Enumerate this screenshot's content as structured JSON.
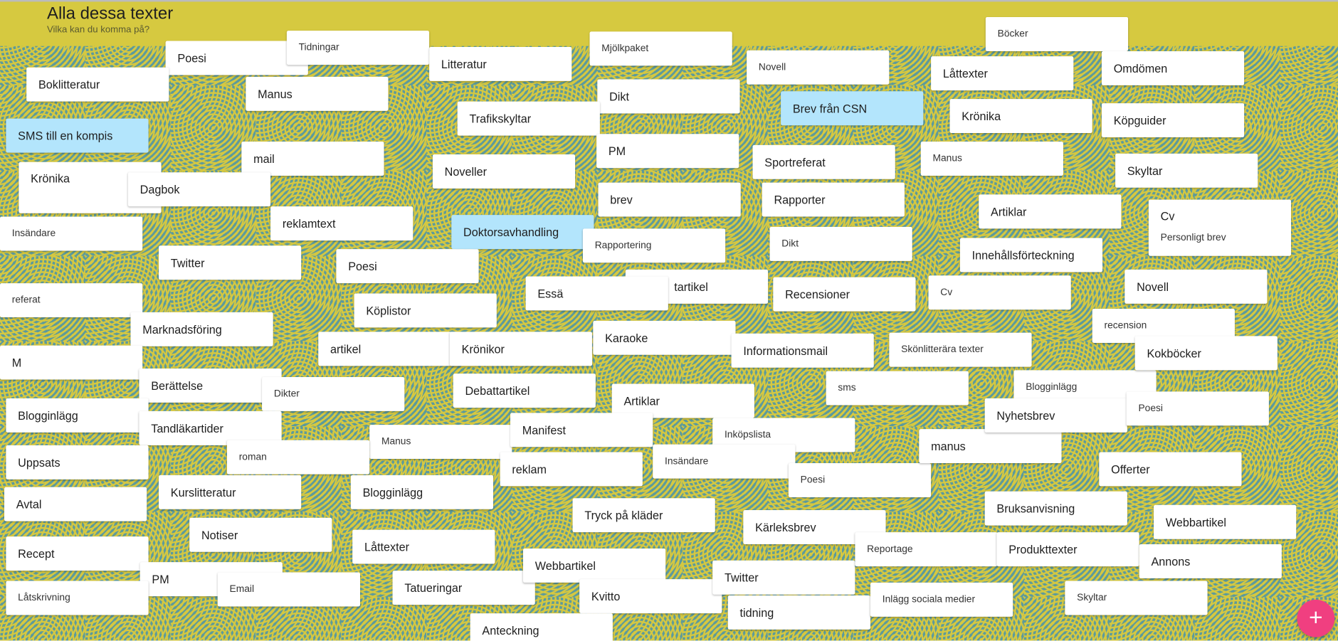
{
  "header": {
    "title": "Alla dessa texter",
    "subtitle": "Vilka kan du komma på?"
  },
  "colors": {
    "header": "#d6c940",
    "note": "#ffffff",
    "note_highlight": "#b3e5fc",
    "fab": "#f03f80"
  },
  "fab": {
    "icon": "plus-icon",
    "label": "+"
  },
  "notes": [
    {
      "text": "Poesi",
      "size": "big",
      "color": "white"
    },
    {
      "text": "Tidningar",
      "size": "small",
      "color": "white"
    },
    {
      "text": "Boklitteratur",
      "size": "big",
      "color": "white"
    },
    {
      "text": "Manus",
      "size": "big",
      "color": "white"
    },
    {
      "text": "Litteratur",
      "size": "big",
      "color": "white"
    },
    {
      "text": "Mjölkpaket",
      "size": "small",
      "color": "white"
    },
    {
      "text": "Dikt",
      "size": "big",
      "color": "white"
    },
    {
      "text": "Trafikskyltar",
      "size": "big",
      "color": "white"
    },
    {
      "text": "SMS till en kompis",
      "size": "big",
      "color": "blue"
    },
    {
      "text": "mail",
      "size": "big",
      "color": "white"
    },
    {
      "text": "Krönika",
      "size": "big",
      "color": "white"
    },
    {
      "text": "Dagbok",
      "size": "big",
      "color": "white"
    },
    {
      "text": "Insändare",
      "size": "small",
      "color": "white"
    },
    {
      "text": "reklamtext",
      "size": "big",
      "color": "white"
    },
    {
      "text": "Noveller",
      "size": "big",
      "color": "white"
    },
    {
      "text": "PM",
      "size": "big",
      "color": "white"
    },
    {
      "text": "brev",
      "size": "big",
      "color": "white"
    },
    {
      "text": "Doktorsavhandling",
      "size": "big",
      "color": "blue"
    },
    {
      "text": "Rapportering",
      "size": "small",
      "color": "white"
    },
    {
      "text": "Twitter",
      "size": "big",
      "color": "white"
    },
    {
      "text": "Poesi",
      "size": "big",
      "color": "white"
    },
    {
      "text": "referat",
      "size": "small",
      "color": "white"
    },
    {
      "text": "tartikel",
      "size": "big",
      "color": "white"
    },
    {
      "text": "Essä",
      "size": "big",
      "color": "white"
    },
    {
      "text": "Köplistor",
      "size": "big",
      "color": "white"
    },
    {
      "text": "Marknadsföring",
      "size": "big",
      "color": "white"
    },
    {
      "text": "artikel",
      "size": "big",
      "color": "white"
    },
    {
      "text": "Krönikor",
      "size": "big",
      "color": "white"
    },
    {
      "text": "Karaoke",
      "size": "big",
      "color": "white"
    },
    {
      "text": "Informationsmail",
      "size": "big",
      "color": "white"
    },
    {
      "text": "M",
      "size": "big",
      "color": "white"
    },
    {
      "text": "Berättelse",
      "size": "big",
      "color": "white"
    },
    {
      "text": "Dikter",
      "size": "small",
      "color": "white"
    },
    {
      "text": "Debattartikel",
      "size": "big",
      "color": "white"
    },
    {
      "text": "Artiklar",
      "size": "big",
      "color": "white"
    },
    {
      "text": "Blogginlägg",
      "size": "big",
      "color": "white"
    },
    {
      "text": "Tandläkartider",
      "size": "big",
      "color": "white"
    },
    {
      "text": "Manus",
      "size": "small",
      "color": "white"
    },
    {
      "text": "Manifest",
      "size": "big",
      "color": "white"
    },
    {
      "text": "Uppsats",
      "size": "big",
      "color": "white"
    },
    {
      "text": "roman",
      "size": "small",
      "color": "white"
    },
    {
      "text": "reklam",
      "size": "big",
      "color": "white"
    },
    {
      "text": "Avtal",
      "size": "big",
      "color": "white"
    },
    {
      "text": "Kurslitteratur",
      "size": "big",
      "color": "white"
    },
    {
      "text": "Blogginlägg",
      "size": "big",
      "color": "white"
    },
    {
      "text": "Notiser",
      "size": "big",
      "color": "white"
    },
    {
      "text": "Låttexter",
      "size": "big",
      "color": "white"
    },
    {
      "text": "Recept",
      "size": "big",
      "color": "white"
    },
    {
      "text": "PM",
      "size": "big",
      "color": "white"
    },
    {
      "text": "Email",
      "size": "small",
      "color": "white"
    },
    {
      "text": "Låtskrivning",
      "size": "small",
      "color": "white"
    },
    {
      "text": "Tatueringar",
      "size": "big",
      "color": "white"
    },
    {
      "text": "Webbartikel",
      "size": "big",
      "color": "white"
    },
    {
      "text": "Kvitto",
      "size": "big",
      "color": "white"
    },
    {
      "text": "Anteckning",
      "size": "big",
      "color": "white"
    },
    {
      "text": "Tryck på kläder",
      "size": "big",
      "color": "white"
    },
    {
      "text": "Inköpslista",
      "size": "small",
      "color": "white"
    },
    {
      "text": "Insändare",
      "size": "small",
      "color": "white"
    },
    {
      "text": "Poesi",
      "size": "small",
      "color": "white"
    },
    {
      "text": "Kärleksbrev",
      "size": "big",
      "color": "white"
    },
    {
      "text": "Twitter",
      "size": "big",
      "color": "white"
    },
    {
      "text": "tidning",
      "size": "big",
      "color": "white"
    },
    {
      "text": "Reportage",
      "size": "small",
      "color": "white"
    },
    {
      "text": "Inlägg sociala medier",
      "size": "small",
      "color": "white"
    },
    {
      "text": "Novell",
      "size": "small",
      "color": "white"
    },
    {
      "text": "Brev från CSN",
      "size": "big",
      "color": "blue"
    },
    {
      "text": "Sportreferat",
      "size": "big",
      "color": "white"
    },
    {
      "text": "Rapporter",
      "size": "big",
      "color": "white"
    },
    {
      "text": "Dikt",
      "size": "small",
      "color": "white"
    },
    {
      "text": "Recensioner",
      "size": "big",
      "color": "white"
    },
    {
      "text": "Skönlitterära texter",
      "size": "small",
      "color": "white"
    },
    {
      "text": "sms",
      "size": "small",
      "color": "white"
    },
    {
      "text": "manus",
      "size": "big",
      "color": "white"
    },
    {
      "text": "Böcker",
      "size": "small",
      "color": "white"
    },
    {
      "text": "Låttexter",
      "size": "big",
      "color": "white"
    },
    {
      "text": "Krönika",
      "size": "big",
      "color": "white"
    },
    {
      "text": "Manus",
      "size": "small",
      "color": "white"
    },
    {
      "text": "Artiklar",
      "size": "big",
      "color": "white"
    },
    {
      "text": "Innehållsförteckning",
      "size": "big",
      "color": "white"
    },
    {
      "text": "Cv",
      "size": "small",
      "color": "white"
    },
    {
      "text": "Blogginlägg",
      "size": "small",
      "color": "white"
    },
    {
      "text": "Nyhetsbrev",
      "size": "big",
      "color": "white"
    },
    {
      "text": "Bruksanvisning",
      "size": "big",
      "color": "white"
    },
    {
      "text": "Produkttexter",
      "size": "big",
      "color": "white"
    },
    {
      "text": "Skyltar",
      "size": "small",
      "color": "white"
    },
    {
      "text": "Omdömen",
      "size": "big",
      "color": "white"
    },
    {
      "text": "Köpguider",
      "size": "big",
      "color": "white"
    },
    {
      "text": "Skyltar",
      "size": "big",
      "color": "white"
    },
    {
      "text": "Cv",
      "text2": "Personligt brev",
      "size": "big",
      "color": "white"
    },
    {
      "text": "Novell",
      "size": "big",
      "color": "white"
    },
    {
      "text": "recension",
      "size": "small",
      "color": "white"
    },
    {
      "text": "Kokböcker",
      "size": "big",
      "color": "white"
    },
    {
      "text": "Poesi",
      "size": "small",
      "color": "white"
    },
    {
      "text": "Offerter",
      "size": "big",
      "color": "white"
    },
    {
      "text": "Webbartikel",
      "size": "big",
      "color": "white"
    },
    {
      "text": "Annons",
      "size": "big",
      "color": "white"
    }
  ]
}
